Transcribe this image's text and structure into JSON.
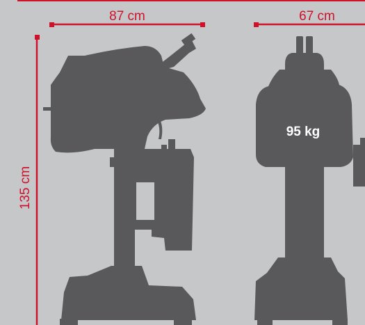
{
  "dimensions": {
    "width_side": "87 cm",
    "width_front": "67 cm",
    "height": "135 cm"
  },
  "weight_label": "95 kg",
  "colors": {
    "background": "#c6c7c9",
    "silhouette": "#59585a",
    "dimension_lines": "#d0112b",
    "weight_text": "#ffffff"
  }
}
